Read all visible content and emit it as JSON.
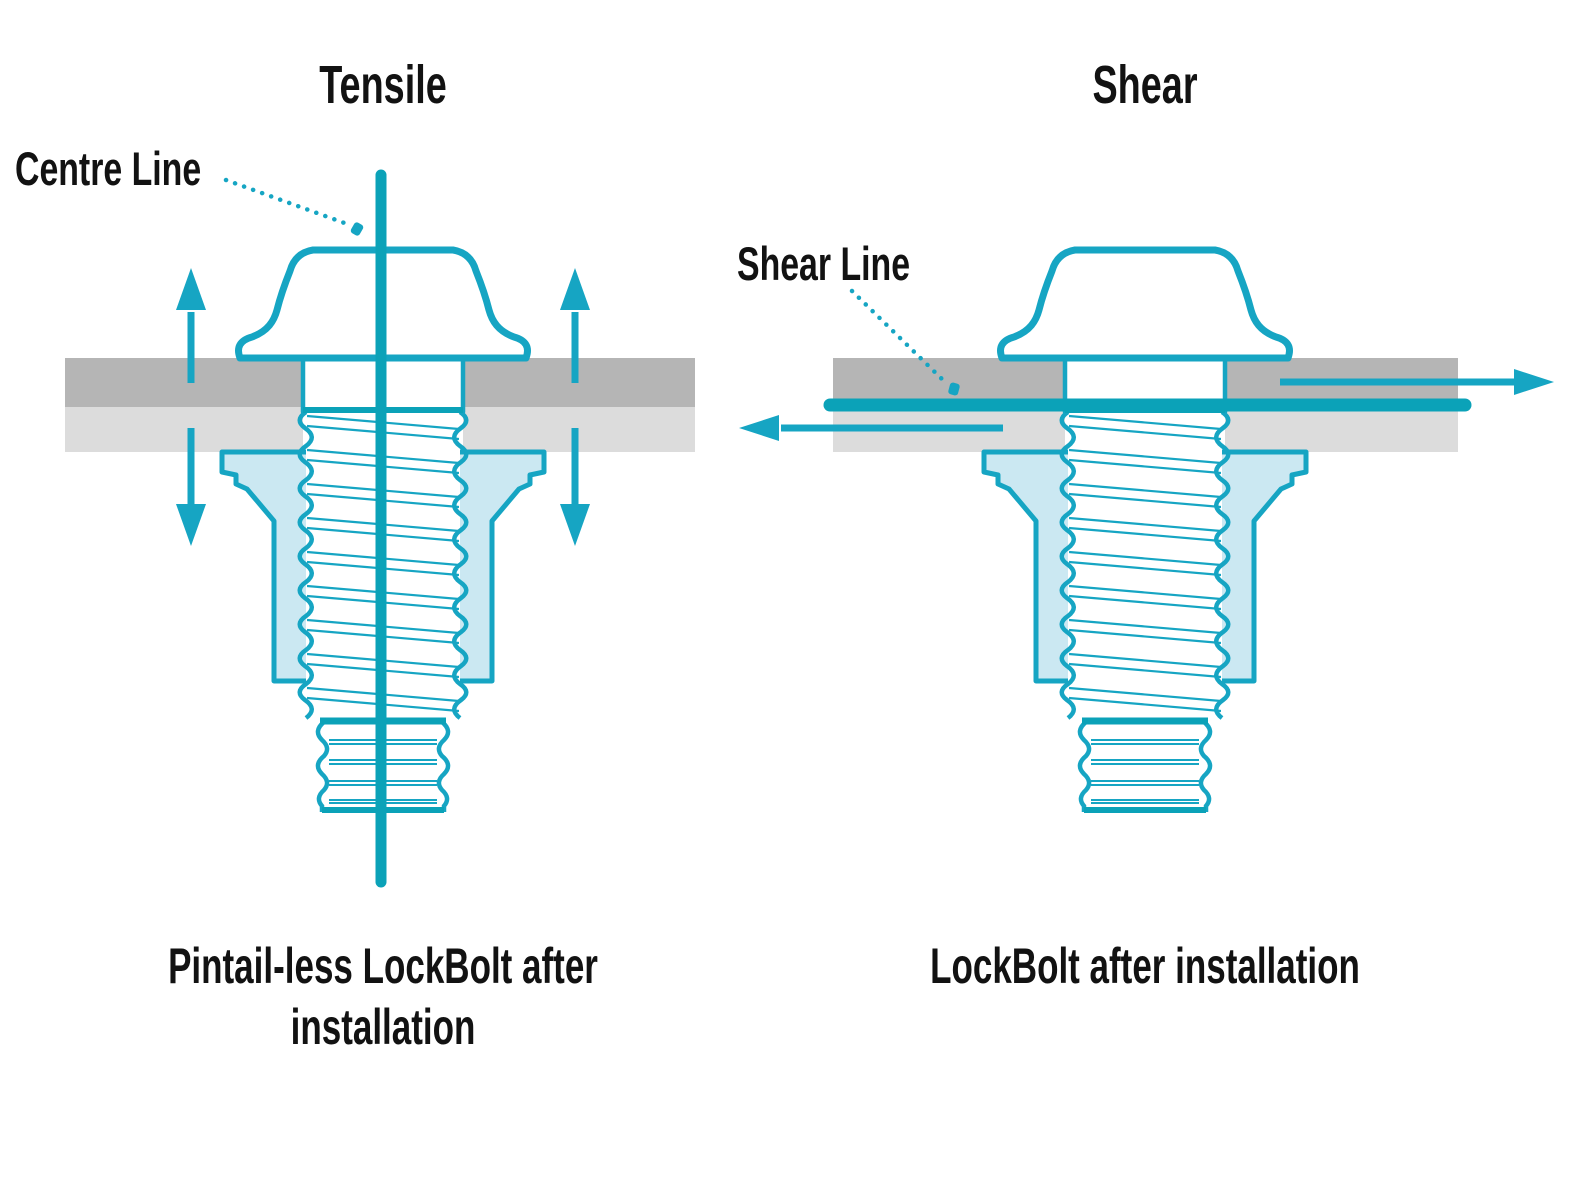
{
  "colors": {
    "teal": "#16a5c3",
    "teal_deep": "#0ba2b8",
    "collar": "#cbe8f2",
    "plate_dark": "#b5b5b5",
    "plate_light": "#dcdcdc",
    "ink": "#121212"
  },
  "tensile": {
    "title": "Tensile",
    "leader_label": "Centre Line",
    "caption_line1": "Pintail-less LockBolt after",
    "caption_line2": "installation"
  },
  "shear": {
    "title": "Shear",
    "leader_label": "Shear Line",
    "caption_line1": "LockBolt after installation",
    "caption_line2": ""
  }
}
